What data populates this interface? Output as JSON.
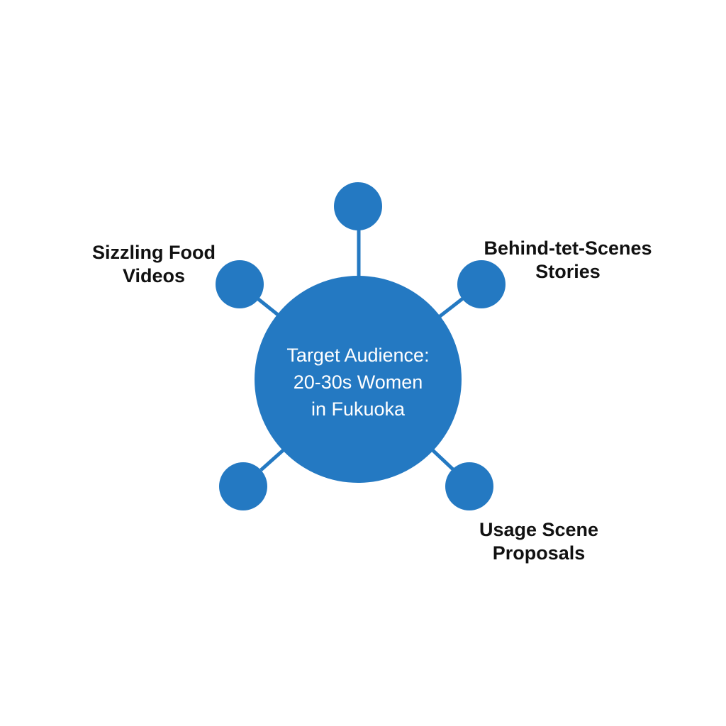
{
  "colors": {
    "node_fill": "#2479c2",
    "connector": "#2479c2",
    "background": "#ffffff",
    "label_text": "#111111",
    "center_text": "#ffffff"
  },
  "center": {
    "line1": "Target Audience:",
    "line2": "20-30s Women",
    "line3": "in Fukuoka"
  },
  "branches": [
    {
      "id": "top",
      "label_line1": "",
      "label_line2": ""
    },
    {
      "id": "upper-left",
      "label_line1": "Sizzling Food",
      "label_line2": "Videos"
    },
    {
      "id": "upper-right",
      "label_line1": "Behind-tet-Scenes",
      "label_line2": "Stories"
    },
    {
      "id": "lower-left",
      "label_line1": "",
      "label_line2": ""
    },
    {
      "id": "lower-right",
      "label_line1": "Usage Scene",
      "label_line2": "Proposals"
    }
  ]
}
